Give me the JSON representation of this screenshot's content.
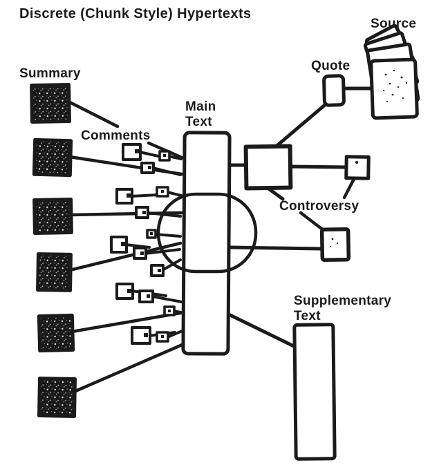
{
  "page": {
    "background_color": "#ffffff",
    "ink_color": "#1b1b1b"
  },
  "diagram": {
    "title": "Discrete (Chunk Style) Hypertexts",
    "labels": {
      "summary": "Summary",
      "comments": "Comments",
      "main_text_line1": "Main",
      "main_text_line2": "Text",
      "quote": "Quote",
      "source": "Source",
      "controversy": "Controversy",
      "supplementary_line1": "Supplementary",
      "supplementary_line2": "Text"
    },
    "nodes": {
      "summary_block_count": 6,
      "comment_square_count": 15,
      "source_page_count": 4
    }
  }
}
